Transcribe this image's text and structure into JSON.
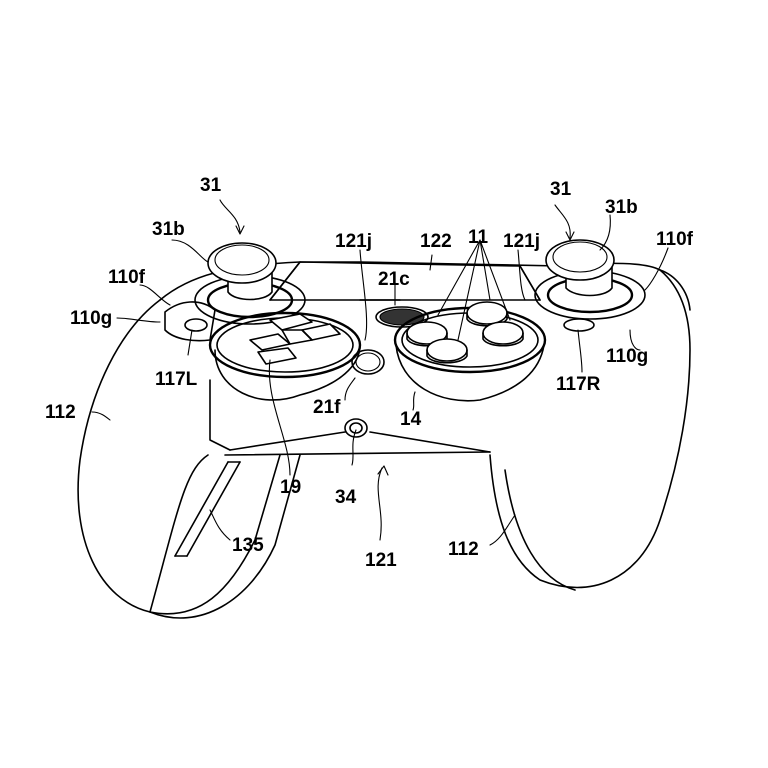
{
  "figure": {
    "subject": "game controller perspective view (patent drawing)",
    "line_color": "#000000",
    "background": "#ffffff"
  },
  "labels": {
    "l31_left": "31",
    "l31b_left": "31b",
    "l110f_left": "110f",
    "l110g_left": "110g",
    "l117L": "117L",
    "l112_left": "112",
    "l121j_left": "121j",
    "l122": "122",
    "l21c": "21c",
    "l11": "11",
    "l121j_right": "121j",
    "l31_right": "31",
    "l31b_right": "31b",
    "l110f_right": "110f",
    "l110g_right": "110g",
    "l117R": "117R",
    "l21f": "21f",
    "l14": "14",
    "l19": "19",
    "l34": "34",
    "l135": "135",
    "l121": "121",
    "l112_right": "112"
  }
}
